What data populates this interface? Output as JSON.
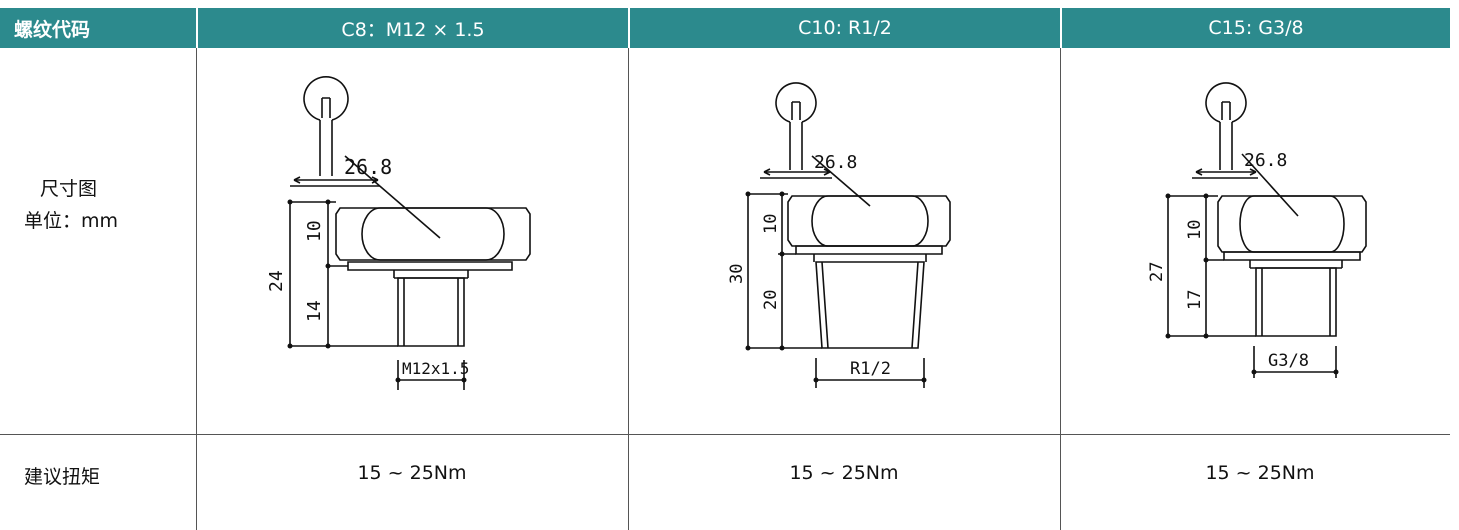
{
  "table": {
    "header": {
      "label": "螺纹代码",
      "columns": [
        "C8：M12 × 1.5",
        "C10: R1/2",
        "C15: G3/8"
      ]
    },
    "drawing_row_label": [
      "尺寸图",
      "单位：mm"
    ],
    "torque_row_label": "建议扭矩",
    "torque_values": [
      "15 ~ 25Nm",
      "15 ~ 25Nm",
      "15 ~ 25Nm"
    ]
  },
  "drawings": [
    {
      "wrench": "26.8",
      "hex": "10",
      "body": "14",
      "total": "24",
      "thread": "M12x1.5"
    },
    {
      "wrench": "26.8",
      "hex": "10",
      "body": "20",
      "total": "30",
      "thread": "R1/2"
    },
    {
      "wrench": "26.8",
      "hex": "10",
      "body": "17",
      "total": "27",
      "thread": "G3/8"
    }
  ],
  "colors": {
    "header_bg": "#2c8a8d",
    "header_text": "#ffffff",
    "line": "#555555"
  }
}
